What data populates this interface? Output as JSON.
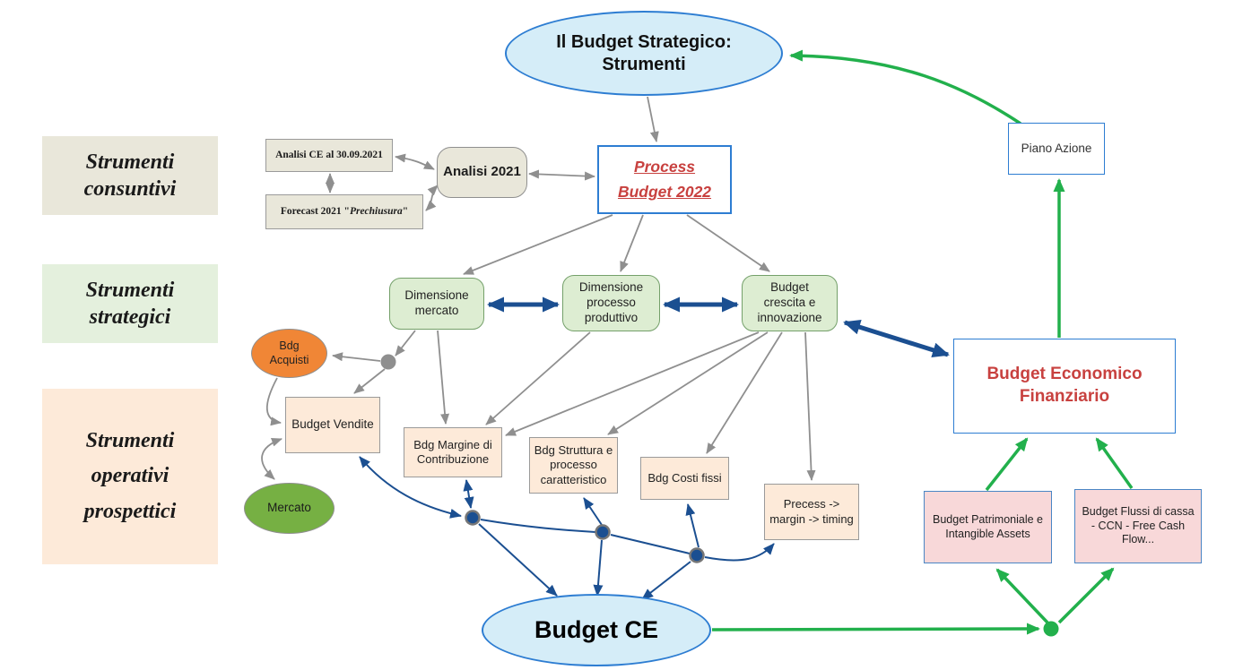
{
  "colors": {
    "navy": "#1b4f91",
    "green_arrow": "#22b04c",
    "gray_arrow": "#8f8f8f",
    "red_text": "#c8413f",
    "blue_border": "#2d7dd2",
    "light_blue_fill": "#d5edf8",
    "beige_fill": "#e9e7da",
    "light_green_fill": "#e4f0dd",
    "green_box_fill": "#ddedd2",
    "green_box_border": "#74a06a",
    "peach_fill": "#fdead9",
    "pink_fill": "#f8d8d9",
    "orange_fill": "#f08636",
    "green_ellipse_fill": "#76b043"
  },
  "nodes": {
    "title": "Il Budget Strategico:\nStrumenti",
    "lane_consuntivi": "Strumenti\nconsuntivi",
    "lane_strategici": "Strumenti\nstrategici",
    "lane_operativi": "Strumenti\noperativi\nprospettici",
    "analisi_ce": "Analisi CE al 30.09.2021",
    "forecast_prefix": "Forecast 2021 \"",
    "forecast_italic": "Prechiusura",
    "forecast_suffix": "\"",
    "analisi_2021": "Analisi 2021",
    "process_budget": "Process\nBudget 2022",
    "piano_azione": "Piano Azione",
    "dimensione_mercato": "Dimensione\nmercato",
    "dimensione_processo": "Dimensione\nprocesso\nproduttivo",
    "budget_crescita": "Budget\ncrescita e\ninnovazione",
    "bdg_acquisti": "Bdg\nAcquisti",
    "budget_vendite": "Budget Vendite",
    "mercato": "Mercato",
    "bdg_margine": "Bdg Margine di\nContribuzione",
    "bdg_struttura": "Bdg Struttura e\nprocesso\ncaratteristico",
    "bdg_costi_fissi": "Bdg Costi fissi",
    "precess": "Precess ->\nmargin -> timing",
    "budget_economico": "Budget Economico\nFinanziario",
    "budget_patrimoniale": "Budget Patrimoniale e\nIntangible Assets",
    "budget_flussi": "Budget Flussi di cassa\n- CCN - Free Cash\nFlow...",
    "budget_ce": "Budget CE"
  }
}
